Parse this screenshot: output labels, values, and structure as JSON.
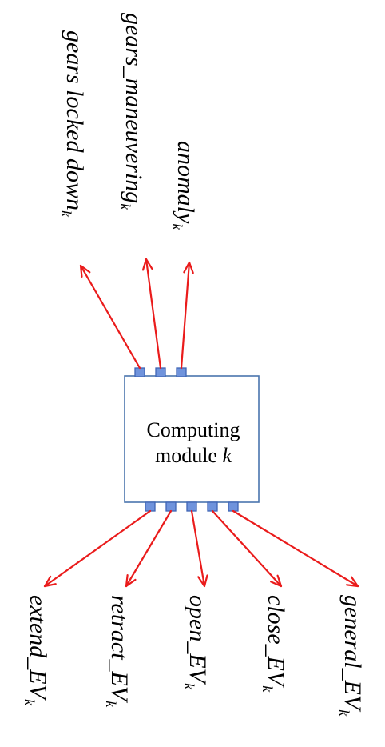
{
  "module": {
    "line1": "Computing",
    "line2_prefix": "module ",
    "line2_var": "k"
  },
  "colors": {
    "arrow": "#ea1b1b",
    "box_border": "#4a74ad",
    "port_fill": "#6f93dc"
  },
  "subscript": "k",
  "outputs_top": [
    {
      "label": "gears locked down"
    },
    {
      "label": "gears_maneuvering"
    },
    {
      "label": "anomaly"
    }
  ],
  "outputs_bottom": [
    {
      "label": "extend_EV"
    },
    {
      "label": "retract_EV"
    },
    {
      "label": "open_EV"
    },
    {
      "label": "close_EV"
    },
    {
      "label": "general_EV"
    }
  ]
}
